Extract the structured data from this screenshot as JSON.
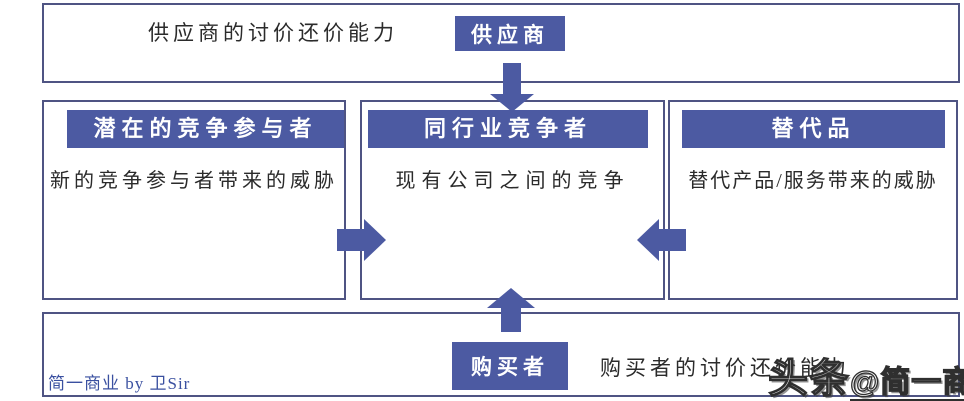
{
  "diagram": {
    "model": "five-forces",
    "top": {
      "force_label": "供应商的讨价还价能力",
      "entity": "供应商"
    },
    "left": {
      "header": "潜在的竞争参与者",
      "body": "新的竞争参与者带来的威胁"
    },
    "center": {
      "header": "同行业竞争者",
      "body": "现有公司之间的竞争"
    },
    "right": {
      "header": "替代品",
      "body": "替代产品/服务带来的威胁"
    },
    "bottom": {
      "entity": "购买者",
      "force_label": "购买者的讨价还价能力"
    },
    "watermarks": {
      "left": "简一商业 by 卫Sir",
      "right_prefix": "头条",
      "right_suffix": "@简一商业"
    }
  },
  "colors": {
    "accent": "#4c5aa2",
    "border": "#4f5483",
    "text": "#2b2b2b",
    "watermark_blue": "#3a50a0"
  }
}
